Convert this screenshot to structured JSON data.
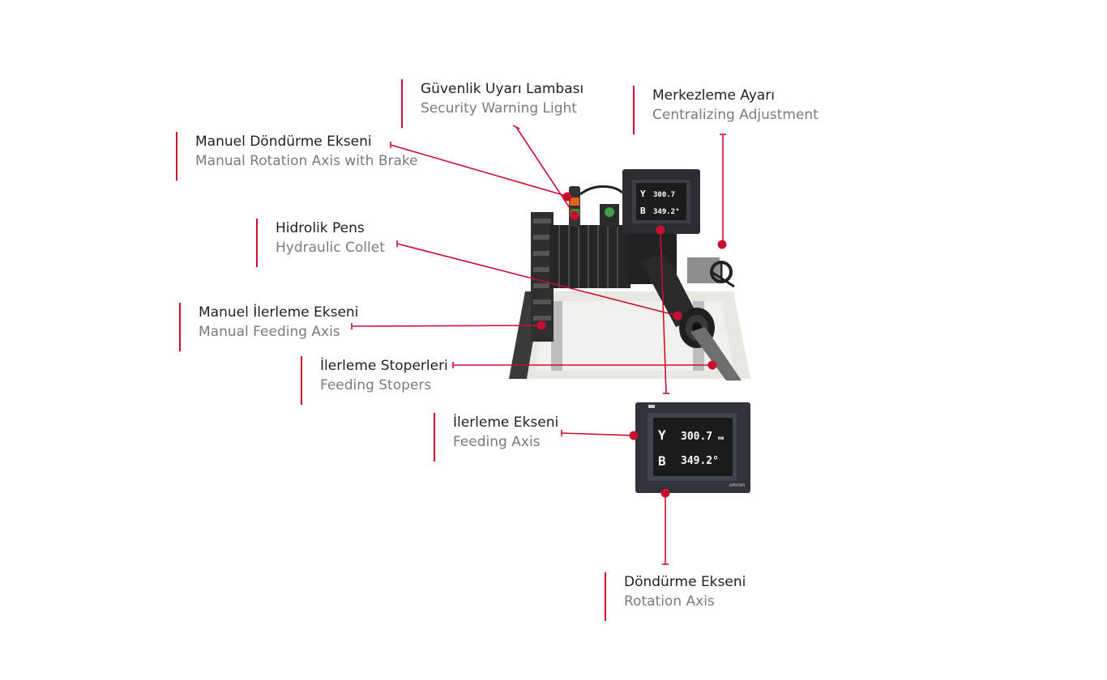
{
  "labels": {
    "warning_light": {
      "tr": "Güvenlik Uyarı Lambası",
      "en": "Security Warning Light"
    },
    "centralizing": {
      "tr": "Merkezleme Ayarı",
      "en": "Centralizing Adjustment"
    },
    "manual_rotation": {
      "tr": "Manuel Döndürme Ekseni",
      "en": "Manual Rotation Axis with Brake"
    },
    "hydraulic_collet": {
      "tr": "Hidrolik Pens",
      "en": "Hydraulic Collet"
    },
    "manual_feeding": {
      "tr": "Manuel İlerleme Ekseni",
      "en": "Manual Feeding Axis"
    },
    "feeding_stoppers": {
      "tr": "İlerleme Stoperleri",
      "en": "Feeding Stopers"
    },
    "feeding_axis": {
      "tr": "İlerleme Ekseni",
      "en": "Feeding Axis"
    },
    "rotation_axis": {
      "tr": "Döndürme Ekseni",
      "en": "Rotation Axis"
    }
  },
  "display": {
    "y_axis": "Y",
    "y_value": "300.7",
    "y_unit": "mm",
    "b_axis": "B",
    "b_value": "349.2°",
    "brand": "omron"
  },
  "colors": {
    "accent": "#c8102e",
    "muted_text": "#7b7b7b"
  }
}
